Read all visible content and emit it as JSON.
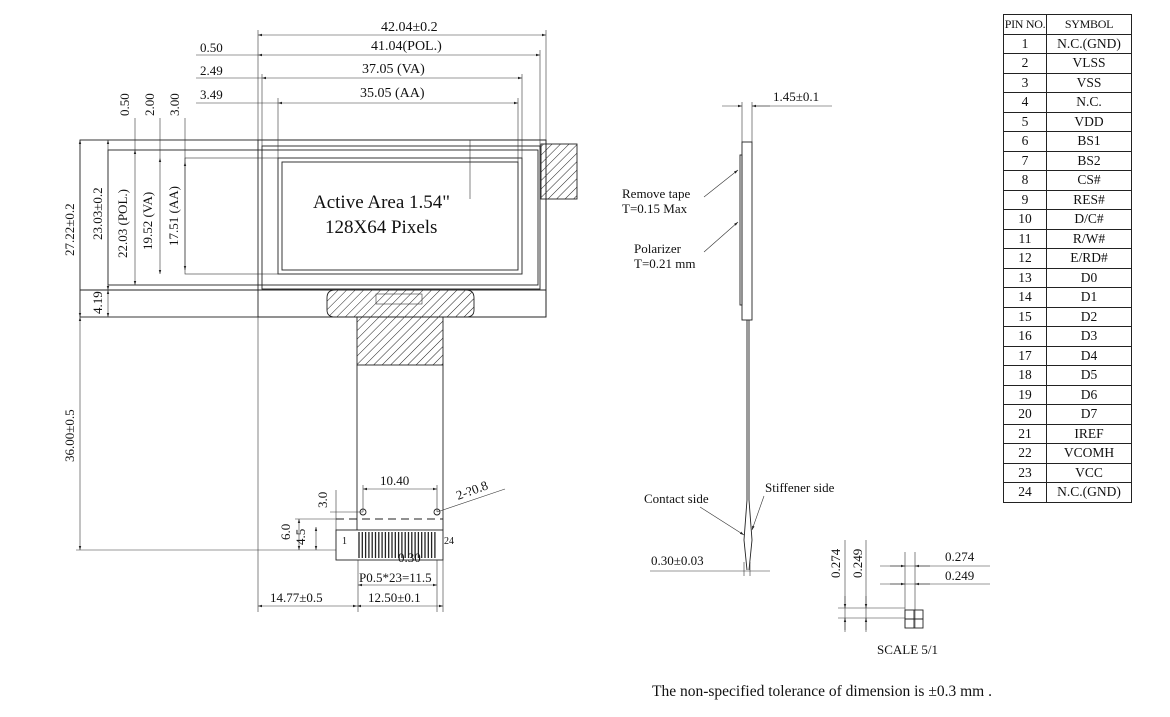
{
  "front_view": {
    "width_dims": [
      {
        "offset": "",
        "value": "42.04±0.2"
      },
      {
        "offset": "0.50",
        "value": "41.04(POL.)"
      },
      {
        "offset": "2.49",
        "value": "37.05 (VA)"
      },
      {
        "offset": "3.49",
        "value": "35.05 (AA)"
      }
    ],
    "height_dims": [
      "27.22±0.2",
      "23.03±0.2",
      "22.03 (POL.)",
      "19.52 (VA)",
      "17.51 (AA)"
    ],
    "top_offsets": [
      "0.50",
      "2.00",
      "3.00"
    ],
    "lower_dims": {
      "gap": "4.19",
      "tail_length": "36.00±0.5"
    },
    "active_area": {
      "line1": "Active Area 1.54\"",
      "line2": "128X64 Pixels"
    },
    "connector": {
      "pitch_span": "10.40",
      "hole_label": "2-?0.8",
      "dim_3_0": "3.0",
      "dim_6_0": "6.0",
      "dim_4_5": "4.5",
      "pin_first": "1",
      "pin_last": "24",
      "pad_width": "0.30",
      "pitch_total": "P0.5*23=11.5",
      "left_offset": "14.77±0.5",
      "tail_width": "12.50±0.1"
    }
  },
  "side_view": {
    "thickness": "1.45±0.1",
    "remove_tape": {
      "line1": "Remove tape",
      "line2": "T=0.15 Max"
    },
    "polarizer": {
      "line1": "Polarizer",
      "line2": "T=0.21 mm"
    },
    "contact_side": "Contact side",
    "stiffener_side": "Stiffener side",
    "fpc_thickness": "0.30±0.03"
  },
  "pad_detail": {
    "dim_a": "0.274",
    "dim_b": "0.249",
    "dim_c": "0.274",
    "dim_d": "0.249",
    "scale": "SCALE 5/1"
  },
  "pin_table": {
    "headers": [
      "PIN NO.",
      "SYMBOL"
    ],
    "rows": [
      [
        "1",
        "N.C.(GND)"
      ],
      [
        "2",
        "VLSS"
      ],
      [
        "3",
        "VSS"
      ],
      [
        "4",
        "N.C."
      ],
      [
        "5",
        "VDD"
      ],
      [
        "6",
        "BS1"
      ],
      [
        "7",
        "BS2"
      ],
      [
        "8",
        "CS#"
      ],
      [
        "9",
        "RES#"
      ],
      [
        "10",
        "D/C#"
      ],
      [
        "11",
        "R/W#"
      ],
      [
        "12",
        "E/RD#"
      ],
      [
        "13",
        "D0"
      ],
      [
        "14",
        "D1"
      ],
      [
        "15",
        "D2"
      ],
      [
        "16",
        "D3"
      ],
      [
        "17",
        "D4"
      ],
      [
        "18",
        "D5"
      ],
      [
        "19",
        "D6"
      ],
      [
        "20",
        "D7"
      ],
      [
        "21",
        "IREF"
      ],
      [
        "22",
        "VCOMH"
      ],
      [
        "23",
        "VCC"
      ],
      [
        "24",
        "N.C.(GND)"
      ]
    ]
  },
  "note": "The non-specified tolerance of dimension is ±0.3 mm ."
}
